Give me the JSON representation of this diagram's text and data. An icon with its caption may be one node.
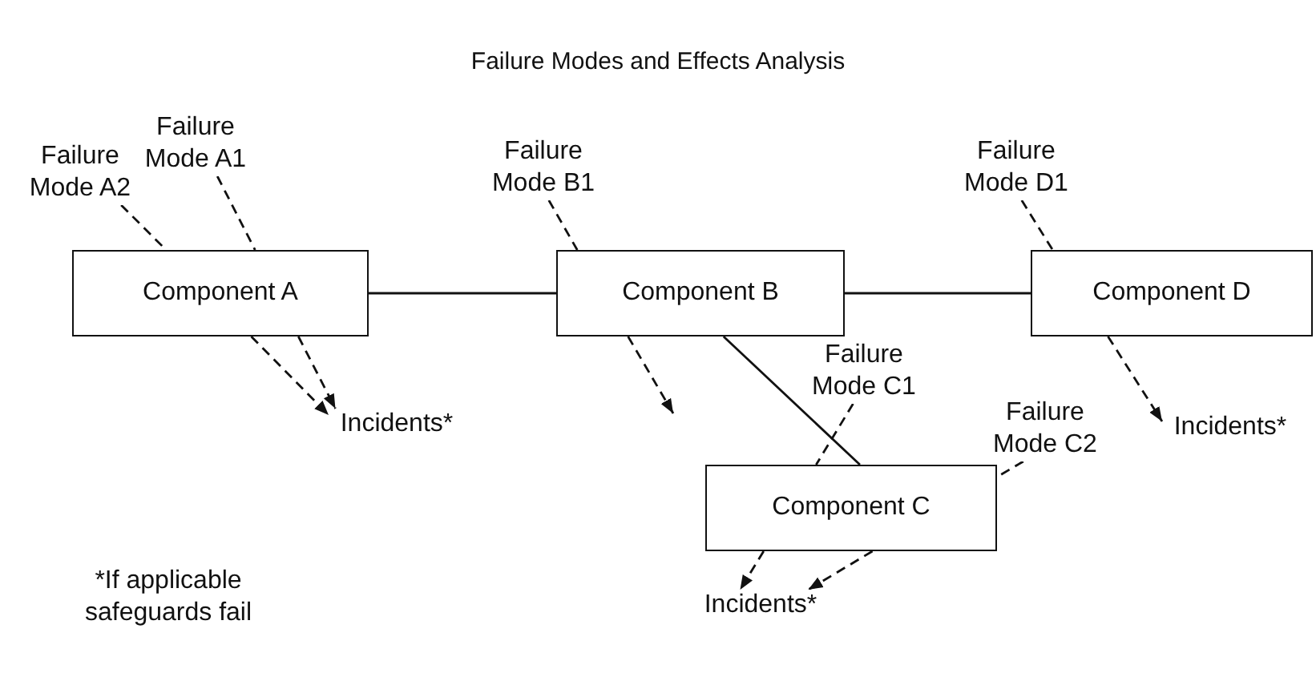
{
  "diagram": {
    "title": "Failure Modes and Effects Analysis",
    "nodes": [
      {
        "text": [
          "Failure Mode A2"
        ]
      },
      {
        "text": [
          "Failure Mode A1"
        ]
      },
      {
        "text": [
          "Failure Mode B1"
        ]
      },
      {
        "text": [
          "Failure Mode D1"
        ]
      },
      {
        "text": [
          "Component A"
        ]
      },
      {
        "text": [
          "Component B"
        ]
      },
      {
        "text": [
          "Component D"
        ]
      },
      {
        "text": [
          "Failure Mode C1"
        ]
      },
      {
        "text": [
          "Failure Mode C2"
        ]
      },
      {
        "text": [
          "Incidents*"
        ]
      },
      {
        "text": [
          "Incidents*"
        ]
      },
      {
        "text": [
          "Component C"
        ]
      },
      {
        "text": [
          "Incidents*"
        ]
      }
    ],
    "edges": [
      {
        "from": 4,
        "to": 5,
        "arrow": "none"
      },
      {
        "from": 5,
        "to": 6,
        "arrow": "none"
      },
      {
        "from": 5,
        "to": 11,
        "arrow": "none"
      },
      {
        "from": 0,
        "to": 4,
        "arrow": "none",
        "style": "dashed"
      },
      {
        "from": 1,
        "to": 4,
        "arrow": "none",
        "style": "dashed"
      },
      {
        "from": 2,
        "to": 5,
        "arrow": "none",
        "style": "dashed"
      },
      {
        "from": 3,
        "to": 6,
        "arrow": "none",
        "style": "dashed"
      },
      {
        "from": 7,
        "to": 11,
        "arrow": "none",
        "style": "dashed"
      },
      {
        "from": 8,
        "to": 11,
        "arrow": "none",
        "style": "dashed"
      },
      {
        "from": 4,
        "to": 9,
        "arrow": "to",
        "style": "dashed"
      },
      {
        "from": 4,
        "to": 9,
        "arrow": "to",
        "style": "dashed"
      },
      {
        "from": 5,
        "to": null,
        "arrow": "to",
        "style": "dashed"
      },
      {
        "from": 6,
        "to": 10,
        "arrow": "to",
        "style": "dashed"
      },
      {
        "from": 11,
        "to": 12,
        "arrow": "to",
        "style": "dashed"
      },
      {
        "from": 11,
        "to": 12,
        "arrow": "to",
        "style": "dashed"
      }
    ],
    "labels": [
      "*If applicable safeguards fail"
    ]
  }
}
